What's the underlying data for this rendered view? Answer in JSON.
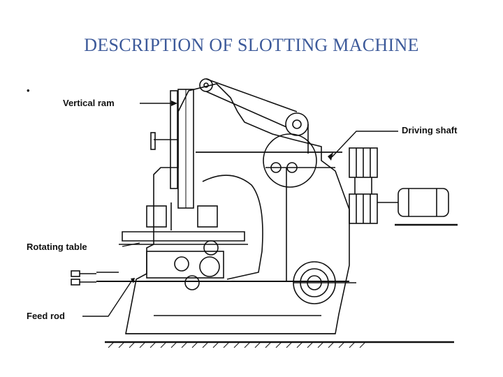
{
  "slide": {
    "title": "DESCRIPTION OF SLOTTING MACHINE",
    "bullet": "•"
  },
  "diagram": {
    "labels": {
      "vertical_ram": "Vertical ram",
      "driving_shaft": "Driving shaft",
      "rotating_table": "Rotating table",
      "feed_rod": "Feed rod"
    },
    "colors": {
      "title": "#3d5a9a",
      "line": "#111111"
    }
  }
}
